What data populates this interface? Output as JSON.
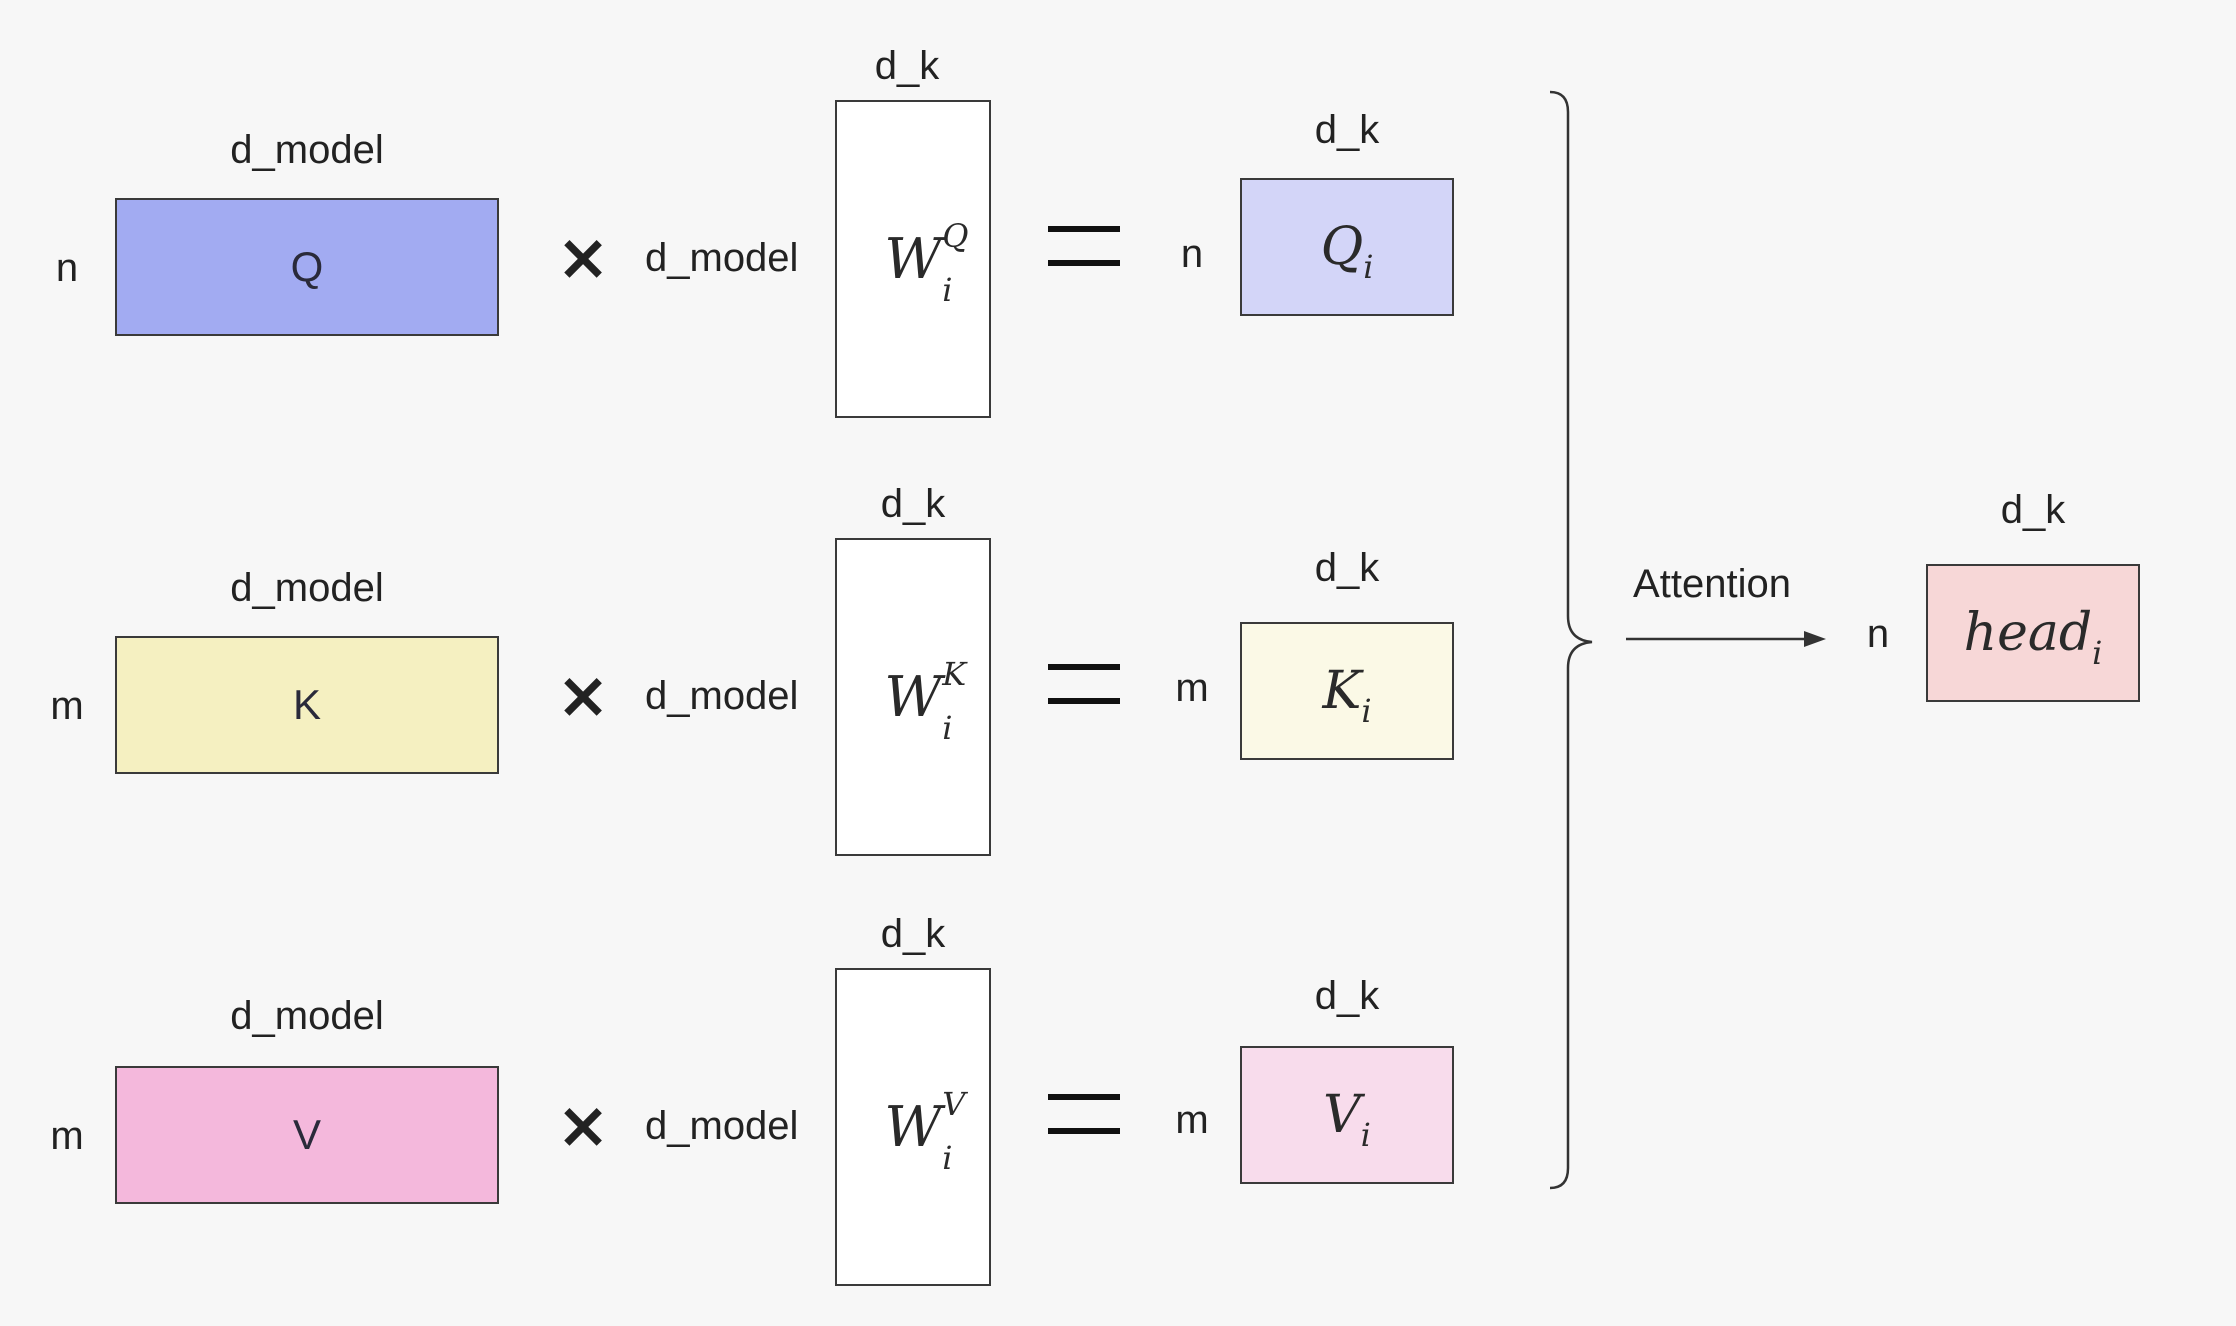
{
  "colors": {
    "q_input": "#a2abf2",
    "k_input": "#f5f0c1",
    "v_input": "#f4b8dc",
    "q_out": "#d3d5f8",
    "k_out": "#fbf9e6",
    "v_out": "#f8dcec",
    "head": "#f7d7d7",
    "weight": "#ffffff"
  },
  "rows": [
    {
      "input": {
        "label": "Q",
        "rows_label": "n",
        "cols_label": "d_model"
      },
      "op": "×",
      "weight": {
        "base": "W",
        "sub": "i",
        "sup": "Q",
        "rows_label": "d_model",
        "cols_label": "d_k"
      },
      "eq": "=",
      "output": {
        "base": "Q",
        "sub": "i",
        "rows_label": "n",
        "cols_label": "d_k"
      }
    },
    {
      "input": {
        "label": "K",
        "rows_label": "m",
        "cols_label": "d_model"
      },
      "op": "×",
      "weight": {
        "base": "W",
        "sub": "i",
        "sup": "K",
        "rows_label": "d_model",
        "cols_label": "d_k"
      },
      "eq": "=",
      "output": {
        "base": "K",
        "sub": "i",
        "rows_label": "m",
        "cols_label": "d_k"
      }
    },
    {
      "input": {
        "label": "V",
        "rows_label": "m",
        "cols_label": "d_model"
      },
      "op": "×",
      "weight": {
        "base": "W",
        "sub": "i",
        "sup": "V",
        "rows_label": "d_model",
        "cols_label": "d_k"
      },
      "eq": "=",
      "output": {
        "base": "V",
        "sub": "i",
        "rows_label": "m",
        "cols_label": "d_k"
      }
    }
  ],
  "attention": {
    "arrow_label": "Attention",
    "head": {
      "base": "head",
      "sub": "i",
      "rows_label": "n",
      "cols_label": "d_k"
    }
  }
}
